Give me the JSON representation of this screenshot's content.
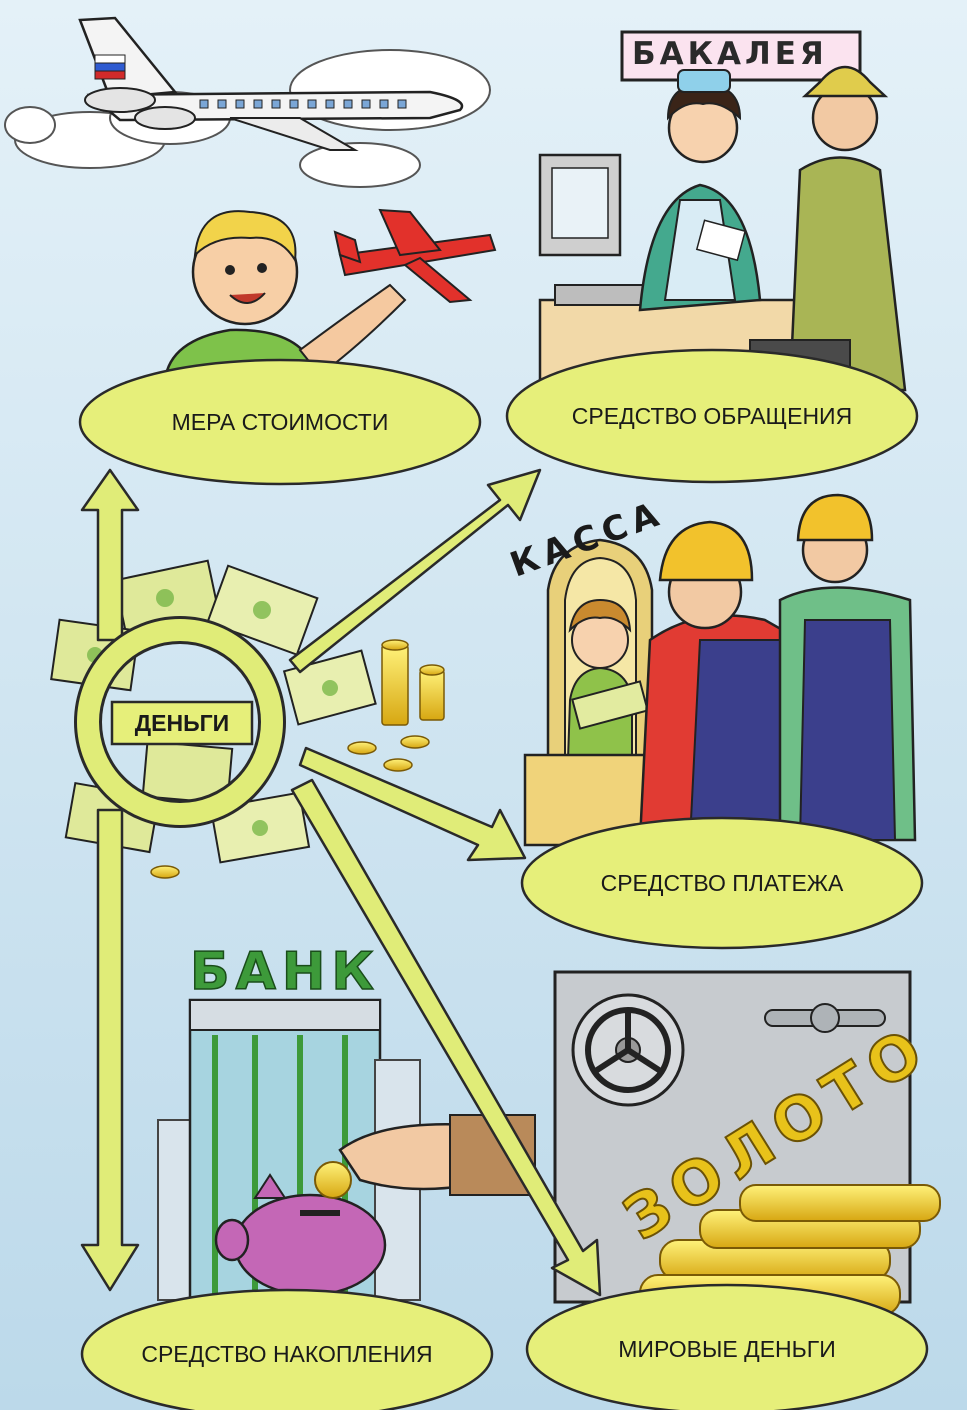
{
  "center": {
    "label": "ДЕНЬГИ"
  },
  "functions": [
    {
      "id": "measure",
      "label": "МЕРА СТОИМОСТИ"
    },
    {
      "id": "circulation",
      "label": "СРЕДСТВО ОБРАЩЕНИЯ"
    },
    {
      "id": "payment",
      "label": "СРЕДСТВО ПЛАТЕЖА"
    },
    {
      "id": "accumulation",
      "label": "СРЕДСТВО НАКОПЛЕНИЯ"
    },
    {
      "id": "world",
      "label": "МИРОВЫЕ ДЕНЬГИ"
    }
  ],
  "signs": {
    "shop": "БАКАЛЕЯ",
    "cashier": "КАССА",
    "bank": "БАНК",
    "gold": "ЗОЛОТО"
  },
  "colors": {
    "ellipse_fill": "#e6ef7a",
    "arrow_fill": "#e0ec78",
    "outline": "#2a2a2a",
    "background": "#cfe6f2",
    "bank_green": "#3d9a3a",
    "gold": "#e8c21a"
  }
}
